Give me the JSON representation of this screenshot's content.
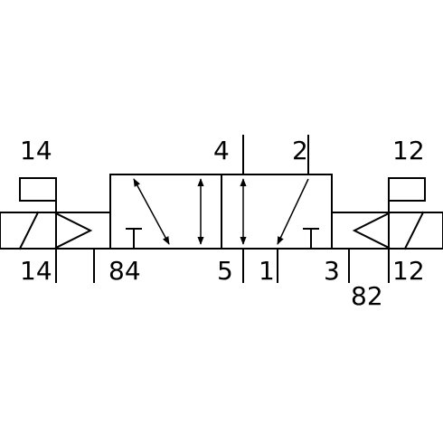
{
  "labels": {
    "solenoid_left_top": "14",
    "solenoid_left_bottom": "14",
    "pilot_left": "84",
    "port_4": "4",
    "port_2": "2",
    "port_5": "5",
    "port_1": "1",
    "port_3": "3",
    "pilot_right": "82",
    "solenoid_right_top": "12",
    "solenoid_right_bottom": "12"
  }
}
